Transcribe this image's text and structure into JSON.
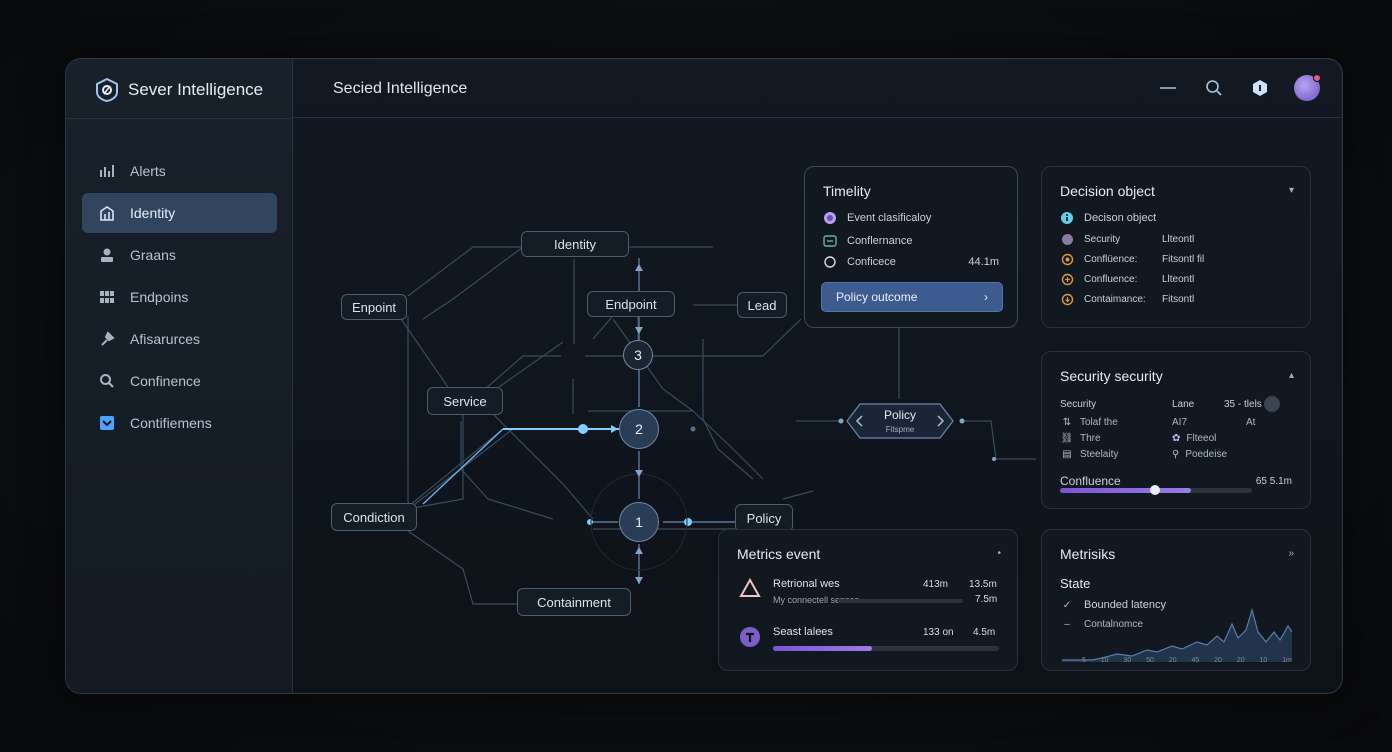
{
  "brand": {
    "name": "Sever Intelligence"
  },
  "header": {
    "title": "Secied Intelligence"
  },
  "sidebar": {
    "items": [
      {
        "label": "Alerts",
        "icon": "alert-bars-icon"
      },
      {
        "label": "Identity",
        "icon": "identity-icon",
        "active": true
      },
      {
        "label": "Graans",
        "icon": "user-icon"
      },
      {
        "label": "Endpoins",
        "icon": "grid-icon"
      },
      {
        "label": "Afisarurces",
        "icon": "pin-icon"
      },
      {
        "label": "Confinence",
        "icon": "search-icon"
      },
      {
        "label": "Contifiemens",
        "icon": "checkbox-icon"
      }
    ]
  },
  "graph": {
    "nodes": {
      "identity": "Identity",
      "endpoint_left": "Enpoint",
      "endpoint_mid": "Endpoint",
      "load": "Lead",
      "service": "Service",
      "condition": "Condiction",
      "policy": "Policy",
      "containment": "Containment",
      "policy_hex": "Policy",
      "policy_hex_sub": "Fitspme"
    },
    "circles": {
      "c3": "3",
      "c2": "2",
      "c1": "1"
    }
  },
  "timelity": {
    "title": "Timelity",
    "rows": [
      {
        "label": "Event clasificaloy",
        "value": ""
      },
      {
        "label": "Conflernance",
        "value": ""
      },
      {
        "label": "Conficece",
        "value": "44.1m"
      }
    ],
    "button": "Policy outcome"
  },
  "decision": {
    "title": "Decision object",
    "header_row": "Decison object",
    "rows": [
      {
        "label": "Security",
        "value": "Llteontl"
      },
      {
        "label": "Conflüence:",
        "value": "Fitsontl fil"
      },
      {
        "label": "Confluence:",
        "value": "Llteontl"
      },
      {
        "label": "Contaimance:",
        "value": "Fitsontl"
      }
    ]
  },
  "security": {
    "title": "Security security",
    "head": {
      "label": "Security",
      "col1": "Lane",
      "col2": "35 - tlels"
    },
    "rows": [
      {
        "label": "Tolaf the",
        "col1": "AI7",
        "col2": "At"
      },
      {
        "label": "Thre",
        "col1": "Flteeol",
        "col2": ""
      },
      {
        "label": "Steelaity",
        "col1": "Poedeise",
        "col2": ""
      }
    ],
    "confidence_label": "Confluence",
    "confidence_value": "65 5.1m",
    "confidence_level": 0.68
  },
  "metrics_event": {
    "title": "Metrics event",
    "rows": [
      {
        "title": "Retrional wes",
        "sub": "My connectell senses",
        "v1": "413m",
        "v2": "13.5m",
        "v3": "7.5m",
        "level": 0.0
      },
      {
        "title": "Seast lalees",
        "sub": "",
        "v1": "133 on",
        "v2": "4.5m",
        "v3": "",
        "level": 0.44
      }
    ]
  },
  "metrisiks": {
    "title": "Metrisiks",
    "state_label": "State",
    "items": [
      "Bounded latency",
      "Contalnomce"
    ],
    "axis_ticks": [
      "5",
      "10",
      "30",
      "50",
      "20",
      "45",
      "20",
      "20",
      "10",
      "1m"
    ]
  },
  "colors": {
    "accent": "#4da3ff",
    "purple": "#7a55d6",
    "active_nav": "#32455f"
  }
}
